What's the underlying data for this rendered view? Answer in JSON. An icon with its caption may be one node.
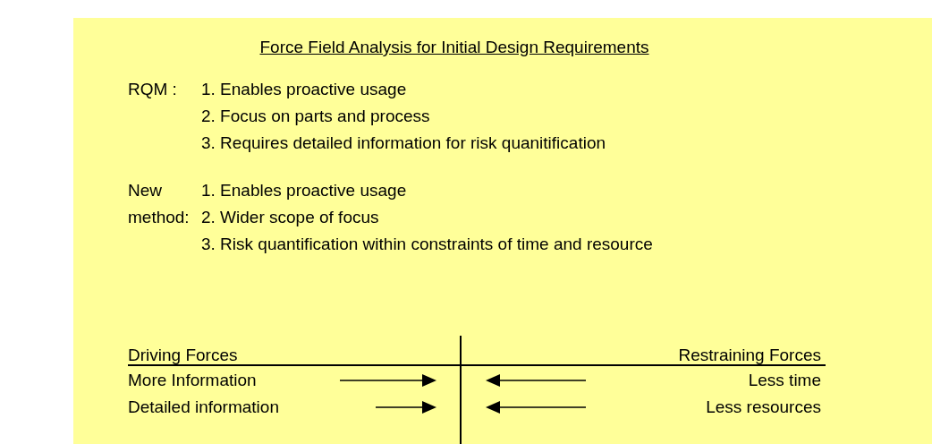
{
  "diagram": {
    "title": "Force Field Analysis for Initial Design Requirements",
    "labels": [
      "RQM :",
      "1. Enables proactive usage",
      "2. Focus on parts and process",
      "3. Requires detailed information for risk quanitification",
      "New method:",
      "1. Enables proactive usage",
      "2. Wider scope of focus",
      "3. Risk quantification within constraints of time and resource",
      "Driving Forces",
      "Restraining Forces",
      "More Information",
      "Less time",
      "Detailed information",
      "Less resources"
    ]
  }
}
